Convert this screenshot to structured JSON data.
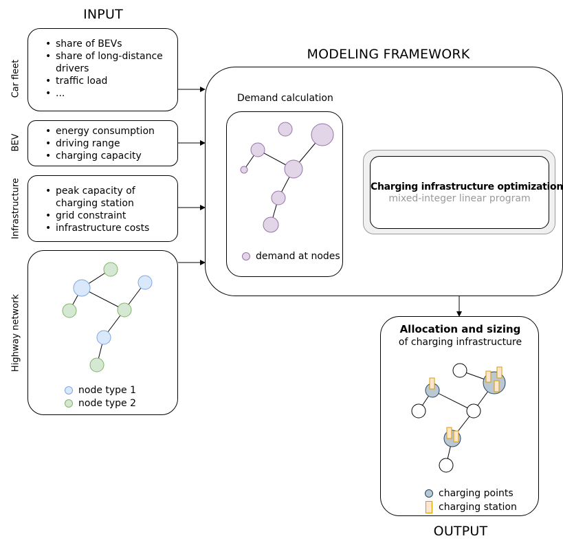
{
  "headings": {
    "input": "INPUT",
    "framework": "MODELING FRAMEWORK",
    "output": "OUTPUT"
  },
  "inputs": {
    "car_fleet": {
      "label": "Car fleet",
      "items": [
        "share of BEVs",
        "share of long-distance drivers",
        "traffic load",
        "..."
      ]
    },
    "bev": {
      "label": "BEV",
      "items": [
        "energy consumption",
        "driving range",
        "charging capacity"
      ]
    },
    "infrastructure": {
      "label": "Infrastructure",
      "items": [
        "peak capacity of charging station",
        "grid constraint",
        "infrastructure costs"
      ]
    },
    "highway": {
      "label": "Highway network",
      "legend": [
        "node type 1",
        "node type 2"
      ]
    }
  },
  "framework": {
    "demand": {
      "title": "Demand calculation",
      "legend": "demand at nodes"
    },
    "optimization": {
      "title": "Charging infrastructure optimization",
      "subtitle": "mixed-integer linear program"
    }
  },
  "output": {
    "title": "Allocation and sizing",
    "subtitle": "of charging infrastructure",
    "legend": [
      "charging points",
      "charging station"
    ]
  },
  "colors": {
    "node_type_1": "#dae8fc",
    "node_type_1_stroke": "#7ea6e0",
    "node_type_2": "#d5e8d4",
    "node_type_2_stroke": "#82b366",
    "demand": "#e1d5e7",
    "demand_stroke": "#9673a6",
    "charging_point": "#bac8d3",
    "charging_point_stroke": "#23445d",
    "charging_station": "#ffe6cc",
    "charging_station_stroke": "#d79b00"
  }
}
